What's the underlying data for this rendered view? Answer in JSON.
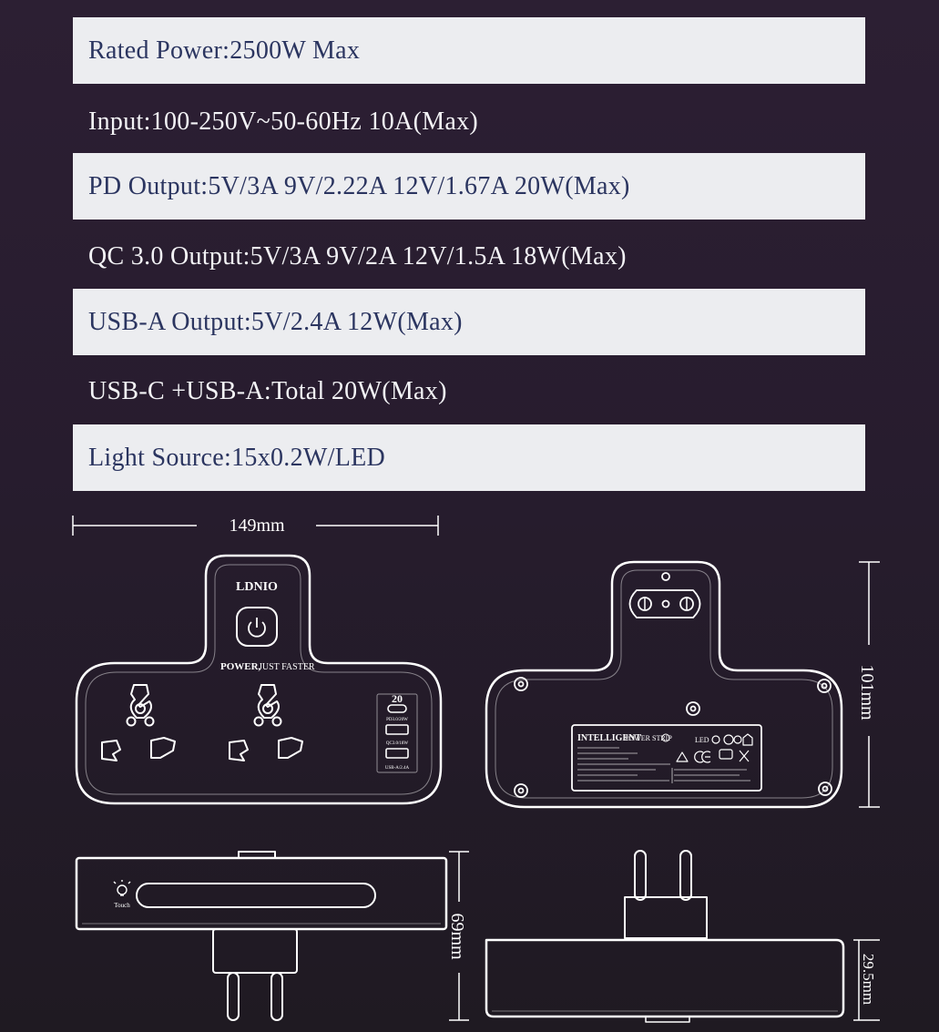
{
  "specs": [
    {
      "text": "Rated Power:2500W Max",
      "style": "light"
    },
    {
      "text": "Input:100-250V~50-60Hz 10A(Max)",
      "style": "dark"
    },
    {
      "text": "PD Output:5V/3A 9V/2.22A 12V/1.67A 20W(Max)",
      "style": "light"
    },
    {
      "text": "QC 3.0 Output:5V/3A 9V/2A 12V/1.5A 18W(Max)",
      "style": "dark"
    },
    {
      "text": "USB-A Output:5V/2.4A 12W(Max)",
      "style": "light"
    },
    {
      "text": "USB-C +USB-A:Total 20W(Max)",
      "style": "dark"
    },
    {
      "text": "Light Source:15x0.2W/LED",
      "style": "light"
    }
  ],
  "dimensions": {
    "width": "149mm",
    "height": "101mm",
    "depth_with_plug": "69mm",
    "body_depth": "29.5mm"
  },
  "product_front": {
    "brand": "LDNIO",
    "slogan_bold": "POWER,",
    "slogan_light": "JUST FASTER",
    "badge": "20",
    "pd_port_label": "PD3.0/20W",
    "qc_port_label": "QC3.0/18W",
    "usba_port_label": "USB-A/2.4A"
  },
  "product_back": {
    "label_title": "INTELLIGENT",
    "label_subtitle": "POWER STRIP",
    "led_text": "LED"
  },
  "product_top": {
    "touch_label": "Touch"
  },
  "colors": {
    "background": "#2a1e31",
    "spec_light": "#ecedf0",
    "spec_text_dark": "#2b3560",
    "line": "#ffffff"
  }
}
